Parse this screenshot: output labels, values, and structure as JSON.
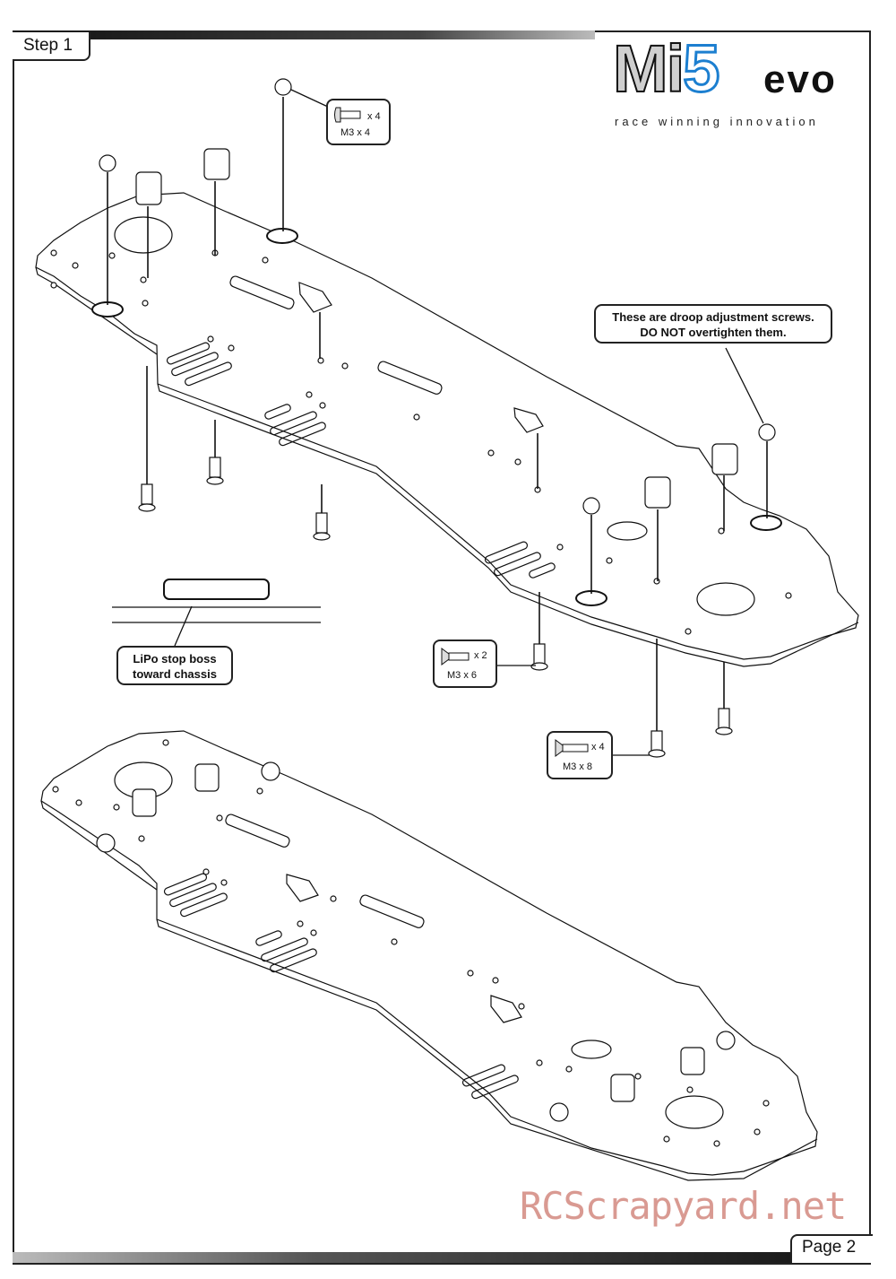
{
  "header": {
    "step_label": "Step 1"
  },
  "logo": {
    "main_text": "Mi",
    "numeral": "5",
    "suffix": "evo",
    "tagline": "race winning innovation"
  },
  "callouts": {
    "droop_line1": "These are droop adjustment screws.",
    "droop_line2": "DO NOT overtighten them.",
    "lipo_line1": "LiPo stop boss",
    "lipo_line2": "toward chassis"
  },
  "hardware": [
    {
      "qty": "x 4",
      "size": "M3 x 4",
      "icon": "button-head-screw-icon"
    },
    {
      "qty": "x 2",
      "size": "M3 x 6",
      "icon": "countersunk-screw-icon"
    },
    {
      "qty": "x 4",
      "size": "M3 x 8",
      "icon": "countersunk-screw-icon"
    }
  ],
  "footer": {
    "page_label": "Page 2"
  },
  "watermark": "RCScrapyard.net"
}
